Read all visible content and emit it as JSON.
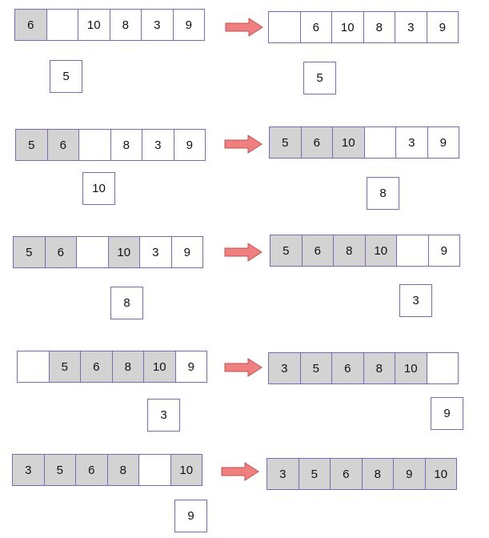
{
  "colors": {
    "sorted_fill": "#d3d3d3",
    "border": "#7b68b0",
    "arrow_fill": "#f08080",
    "arrow_stroke": "#c0504d"
  },
  "icons": {
    "step_arrow": "right-arrow-icon"
  },
  "steps": [
    {
      "before": [
        {
          "v": "6",
          "s": true
        },
        {
          "v": "",
          "s": false
        },
        {
          "v": "10",
          "s": false
        },
        {
          "v": "8",
          "s": false
        },
        {
          "v": "3",
          "s": false
        },
        {
          "v": "9",
          "s": false
        }
      ],
      "before_key": "5",
      "after": [
        {
          "v": "",
          "s": false
        },
        {
          "v": "6",
          "s": false
        },
        {
          "v": "10",
          "s": false
        },
        {
          "v": "8",
          "s": false
        },
        {
          "v": "3",
          "s": false
        },
        {
          "v": "9",
          "s": false
        }
      ],
      "after_key": "5"
    },
    {
      "before": [
        {
          "v": "5",
          "s": true
        },
        {
          "v": "6",
          "s": true
        },
        {
          "v": "",
          "s": false
        },
        {
          "v": "8",
          "s": false
        },
        {
          "v": "3",
          "s": false
        },
        {
          "v": "9",
          "s": false
        }
      ],
      "before_key": "10",
      "after": [
        {
          "v": "5",
          "s": true
        },
        {
          "v": "6",
          "s": true
        },
        {
          "v": "10",
          "s": true
        },
        {
          "v": "",
          "s": false
        },
        {
          "v": "3",
          "s": false
        },
        {
          "v": "9",
          "s": false
        }
      ],
      "after_key": "8"
    },
    {
      "before": [
        {
          "v": "5",
          "s": true
        },
        {
          "v": "6",
          "s": true
        },
        {
          "v": "",
          "s": false
        },
        {
          "v": "10",
          "s": true
        },
        {
          "v": "3",
          "s": false
        },
        {
          "v": "9",
          "s": false
        }
      ],
      "before_key": "8",
      "after": [
        {
          "v": "5",
          "s": true
        },
        {
          "v": "6",
          "s": true
        },
        {
          "v": "8",
          "s": true
        },
        {
          "v": "10",
          "s": true
        },
        {
          "v": "",
          "s": false
        },
        {
          "v": "9",
          "s": false
        }
      ],
      "after_key": "3"
    },
    {
      "before": [
        {
          "v": "",
          "s": false
        },
        {
          "v": "5",
          "s": true
        },
        {
          "v": "6",
          "s": true
        },
        {
          "v": "8",
          "s": true
        },
        {
          "v": "10",
          "s": true
        },
        {
          "v": "9",
          "s": false
        }
      ],
      "before_key": "3",
      "after": [
        {
          "v": "3",
          "s": true
        },
        {
          "v": "5",
          "s": true
        },
        {
          "v": "6",
          "s": true
        },
        {
          "v": "8",
          "s": true
        },
        {
          "v": "10",
          "s": true
        },
        {
          "v": "",
          "s": false
        }
      ],
      "after_key": "9"
    },
    {
      "before": [
        {
          "v": "3",
          "s": true
        },
        {
          "v": "5",
          "s": true
        },
        {
          "v": "6",
          "s": true
        },
        {
          "v": "8",
          "s": true
        },
        {
          "v": "",
          "s": false
        },
        {
          "v": "10",
          "s": true
        }
      ],
      "before_key": "9",
      "after": [
        {
          "v": "3",
          "s": true
        },
        {
          "v": "5",
          "s": true
        },
        {
          "v": "6",
          "s": true
        },
        {
          "v": "8",
          "s": true
        },
        {
          "v": "9",
          "s": true
        },
        {
          "v": "10",
          "s": true
        }
      ],
      "after_key": ""
    }
  ]
}
